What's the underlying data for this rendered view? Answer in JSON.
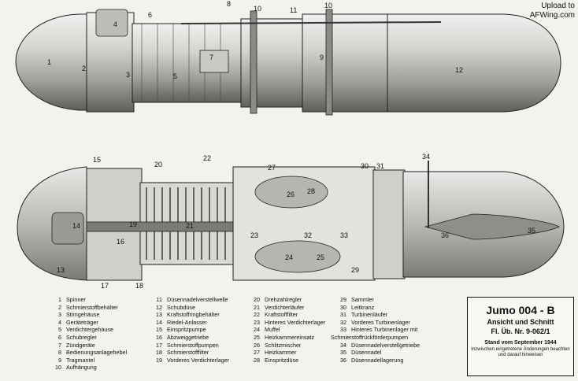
{
  "watermark": [
    "Upload to",
    "AFWing.com"
  ],
  "title_box": {
    "title": "Jumo 004 - B",
    "subtitle": "Ansicht und Schnitt",
    "ref": "Fl. Üb. Nr. 9-062/1",
    "date": "Stand vom September 1944",
    "note": "Inzwischen eingetretene Änderungen beachten und darauf hinweisen"
  },
  "legend": [
    {
      "n": "1",
      "t": "Spinner"
    },
    {
      "n": "2",
      "t": "Schmierstoffbehälter"
    },
    {
      "n": "3",
      "t": "Stirngehäuse"
    },
    {
      "n": "4",
      "t": "Geräteträger"
    },
    {
      "n": "5",
      "t": "Verdichtergehäuse"
    },
    {
      "n": "6",
      "t": "Schubregler"
    },
    {
      "n": "7",
      "t": "Zündgeräte"
    },
    {
      "n": "8",
      "t": "Bedienungsanlagehebel"
    },
    {
      "n": "9",
      "t": "Tragmantel"
    },
    {
      "n": "10",
      "t": "Aufhängung"
    },
    {
      "n": "11",
      "t": "Düsennadelverstellwelle"
    },
    {
      "n": "12",
      "t": "Schubdüse"
    },
    {
      "n": "13",
      "t": "Kraftstoffringbehälter"
    },
    {
      "n": "14",
      "t": "Riedel-Anlasser"
    },
    {
      "n": "15",
      "t": "Einspritzpumpe"
    },
    {
      "n": "16",
      "t": "Abzweiggetriebe"
    },
    {
      "n": "17",
      "t": "Schmierstoffpumpen"
    },
    {
      "n": "18",
      "t": "Schmierstofffilter"
    },
    {
      "n": "19",
      "t": "Vorderes Verdichterlager"
    },
    {
      "n": "20",
      "t": "Drehzahlregler"
    },
    {
      "n": "21",
      "t": "Verdichterläufer"
    },
    {
      "n": "22",
      "t": "Kraftstofffilter"
    },
    {
      "n": "23",
      "t": "Hinteres Verdichterlager"
    },
    {
      "n": "24",
      "t": "Muffel"
    },
    {
      "n": "25",
      "t": "Heizkammereinsatz"
    },
    {
      "n": "26",
      "t": "Schlitzmischer"
    },
    {
      "n": "27",
      "t": "Heizkammer"
    },
    {
      "n": "28",
      "t": "Einspritzdüse"
    },
    {
      "n": "29",
      "t": "Sammler"
    },
    {
      "n": "30",
      "t": "Leitkranz"
    },
    {
      "n": "31",
      "t": "Turbinenläufer"
    },
    {
      "n": "32",
      "t": "Vorderes Turbinenlager"
    },
    {
      "n": "33",
      "t": "Hinteres Turbinenlager mit Schmierstoffrückförderpumpen"
    },
    {
      "n": "34",
      "t": "Düsennadelverstellgetriebe"
    },
    {
      "n": "35",
      "t": "Düsennadel"
    },
    {
      "n": "36",
      "t": "Düsennadellagerung"
    }
  ],
  "callouts_top": [
    "1",
    "2",
    "3",
    "4",
    "5",
    "6",
    "7",
    "8",
    "9",
    "10",
    "10",
    "11",
    "12"
  ],
  "callouts_bottom": [
    "13",
    "14",
    "15",
    "16",
    "17",
    "18",
    "19",
    "20",
    "21",
    "22",
    "23",
    "24",
    "25",
    "26",
    "27",
    "28",
    "29",
    "30",
    "31",
    "32",
    "33",
    "34",
    "35",
    "36"
  ],
  "colors": {
    "ink": "#111111",
    "paper": "#f4f2ee",
    "metal_light": "#d9d9d6",
    "metal_mid": "#a8a8a4",
    "metal_dark": "#6b6b68"
  }
}
